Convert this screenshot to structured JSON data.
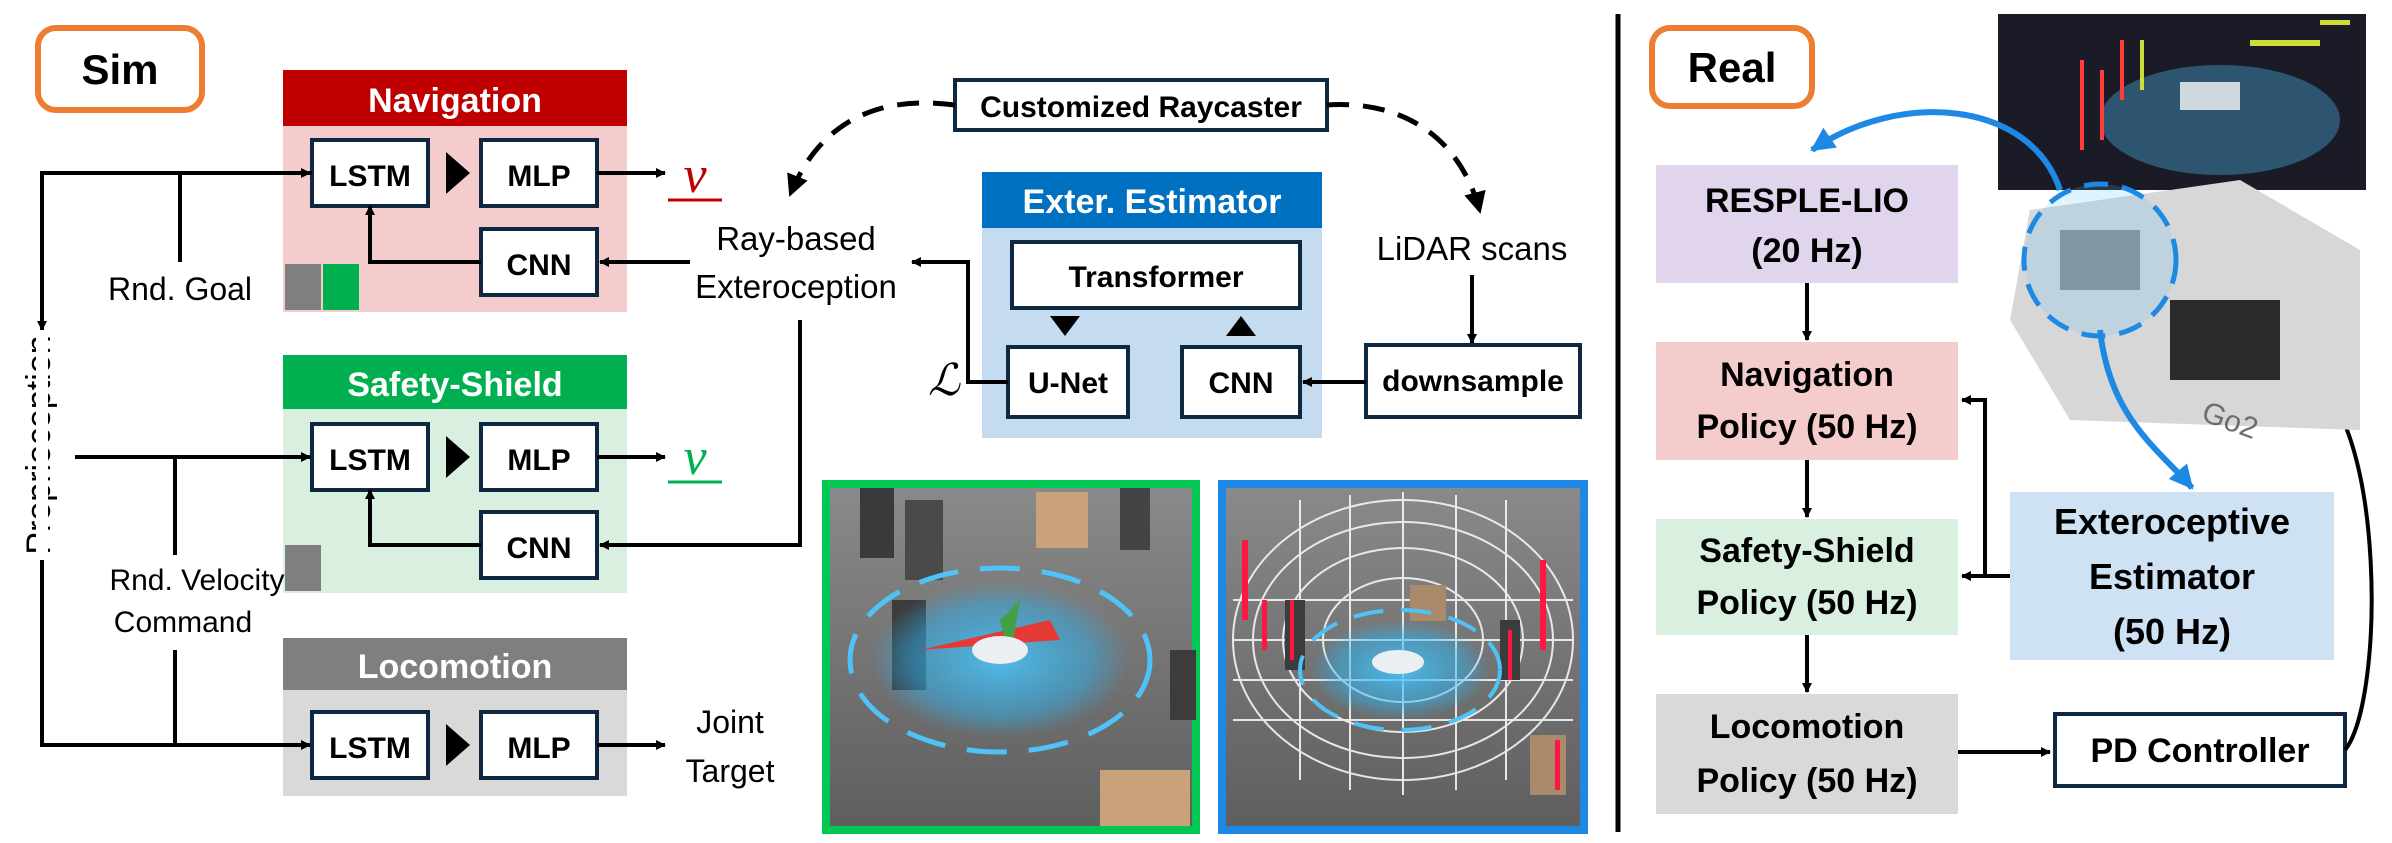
{
  "sim": {
    "tag": "Sim",
    "proprioception": "Proprioception",
    "rnd_goal": "Rnd. Goal",
    "rnd_velocity_line1": "Rnd. Velocity",
    "rnd_velocity_line2": "Command",
    "navigation": {
      "title": "Navigation",
      "lstm": "LSTM",
      "mlp": "MLP",
      "cnn": "CNN",
      "output": "v"
    },
    "safety": {
      "title": "Safety-Shield",
      "lstm": "LSTM",
      "mlp": "MLP",
      "cnn": "CNN",
      "output": "v"
    },
    "locomotion": {
      "title": "Locomotion",
      "lstm": "LSTM",
      "mlp": "MLP",
      "output_line1": "Joint",
      "output_line2": "Target"
    },
    "ray_line1": "Ray-based",
    "ray_line2": "Exteroception",
    "raycaster": "Customized Raycaster",
    "lidar": "LiDAR scans",
    "estimator": {
      "title": "Exter. Estimator",
      "transformer": "Transformer",
      "unet": "U-Net",
      "cnn": "CNN",
      "loss": "ℒ"
    },
    "downsample": "downsample"
  },
  "real": {
    "tag": "Real",
    "resple_line1": "RESPLE-LIO",
    "resple_line2": "(20 Hz)",
    "nav_line1": "Navigation",
    "nav_line2": "Policy (50 Hz)",
    "safety_line1": "Safety-Shield",
    "safety_line2": "Policy (50 Hz)",
    "loco_line1": "Locomotion",
    "loco_line2": "Policy (50 Hz)",
    "exter_line1": "Exteroceptive",
    "exter_line2": "Estimator",
    "exter_line3": "(50 Hz)",
    "pd": "PD Controller"
  },
  "colors": {
    "orange_tag": "#ED7D31",
    "nav_header": "#C00000",
    "nav_bg": "#F4CCCC",
    "safety_header": "#00B050",
    "safety_bg": "#D9EFDF",
    "loco_header": "#7F7F7F",
    "loco_bg": "#D9D9D9",
    "estimator_header": "#0070C0",
    "estimator_bg": "#C5DCF0",
    "resple_bg": "#E1D5EE",
    "exter_bg": "#CFE2F3",
    "box_border": "#0E2841",
    "arrow_blue": "#1E88E5"
  }
}
